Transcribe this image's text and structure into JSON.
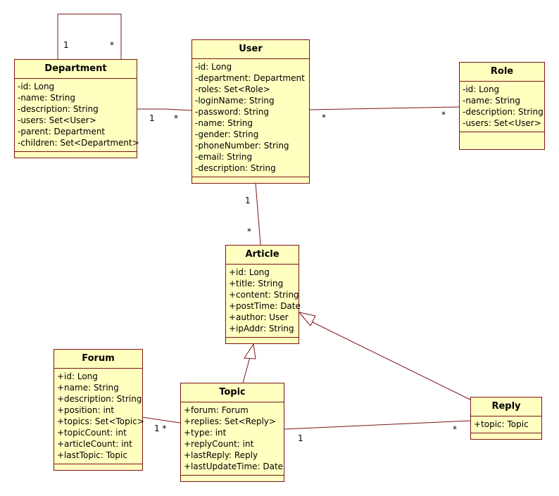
{
  "colors": {
    "box_fill": "#ffffc0",
    "box_border": "#7a1414",
    "line": "#7a1414"
  },
  "classes": {
    "department": {
      "name": "Department",
      "attributes": [
        "-id: Long",
        "-name: String",
        "-description: String",
        "-users: Set<User>",
        "-parent: Department",
        "-children: Set<Department>"
      ]
    },
    "user": {
      "name": "User",
      "attributes": [
        "-id: Long",
        "-department: Department",
        "-roles: Set<Role>",
        "-loginName: String",
        "-password: String",
        "-name: String",
        "-gender: String",
        "-phoneNumber: String",
        "-email: String",
        "-description: String"
      ]
    },
    "role": {
      "name": "Role",
      "attributes": [
        "-id: Long",
        "-name: String",
        "-description: String",
        "-users: Set<User>"
      ]
    },
    "article": {
      "name": "Article",
      "attributes": [
        "+id: Long",
        "+title: String",
        "+content: String",
        "+postTime: Date",
        "+author: User",
        "+ipAddr: String"
      ]
    },
    "forum": {
      "name": "Forum",
      "attributes": [
        "+id: Long",
        "+name: String",
        "+description: String",
        "+position: int",
        "+topics: Set<Topic>",
        "+topicCount: int",
        "+articleCount: int",
        "+lastTopic: Topic"
      ]
    },
    "topic": {
      "name": "Topic",
      "attributes": [
        "+forum: Forum",
        "+replies: Set<Reply>",
        "+type: int",
        "+replyCount: int",
        "+lastReply: Reply",
        "+lastUpdateTime: Date"
      ]
    },
    "reply": {
      "name": "Reply",
      "attributes": [
        "+topic: Topic"
      ]
    }
  },
  "multiplicities": {
    "dept_self_one": "1",
    "dept_self_many": "*",
    "dept_user_one": "1",
    "dept_user_many": "*",
    "user_role_left": "*",
    "user_role_right": "*",
    "user_article_one": "1",
    "user_article_many": "*",
    "forum_topic": "1 *",
    "topic_reply_one": "1",
    "topic_reply_many": "*"
  }
}
